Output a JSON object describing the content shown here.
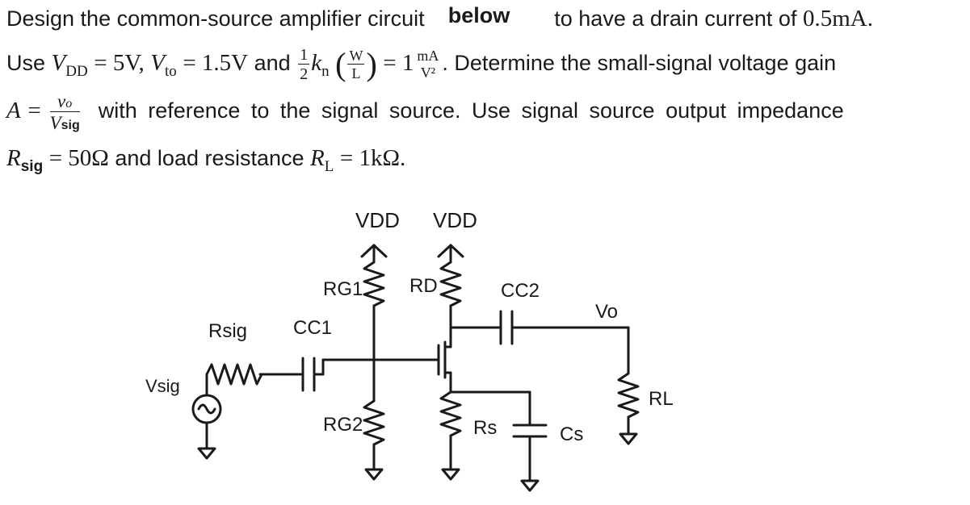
{
  "problem": {
    "l1_a": "Design the common-source amplifier circuit",
    "l1_b": "below",
    "l1_c": "to have a drain current of",
    "l1_d": "0.5mA.",
    "l2_use": "Use",
    "l2_v": "V",
    "l2_dd": "DD",
    "l2_eq1": "= 5V,",
    "l2_vt": "V",
    "l2_to": "to",
    "l2_eq2": "= 1.5V",
    "l2_and": "and",
    "l2_half_num": "1",
    "l2_half_den": "2",
    "l2_k": "k",
    "l2_n": "n",
    "l2_w": "W",
    "l2_l": "L",
    "l2_eq3": "= 1",
    "l2_unit_num": "mA",
    "l2_unit_den": "V²",
    "l2_rest": ". Determine the small-signal voltage gain",
    "l3_a": "A =",
    "l3_num": "v",
    "l3_num_sub": "o",
    "l3_den": "V",
    "l3_den_sub": "sig",
    "l3_rest": "with reference to the signal source. Use signal source output impedance",
    "l4_r": "R",
    "l4_sig": "sig",
    "l4_eq": "= 50Ω",
    "l4_and": "and load resistance",
    "l4_rl": "R",
    "l4_l": "L",
    "l4_eq2": "= 1kΩ."
  },
  "circuit": {
    "vdd1": "VDD",
    "vdd2": "VDD",
    "rg1": "RG1",
    "rd": "RD",
    "cc2": "CC2",
    "vo": "Vo",
    "rsig": "Rsig",
    "cc1": "CC1",
    "vsig": "Vsig",
    "rl": "RL",
    "rg2": "RG2",
    "rs": "Rs",
    "cs": "Cs"
  }
}
